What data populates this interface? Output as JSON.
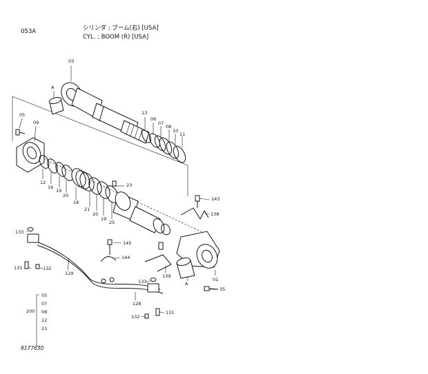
{
  "header": {
    "page_code": "053A",
    "title_jp": "シリンダ ; ブーム(右) [USA]",
    "title_en": "CYL. ; BOOM (R) [USA]"
  },
  "footer": {
    "figure_no": "9177630"
  },
  "kit": {
    "number": "200",
    "items": [
      "05",
      "07",
      "08",
      "12",
      "21"
    ]
  },
  "callouts": {
    "c03": "03",
    "cA1": "A",
    "c05": "05",
    "c09": "09",
    "c13": "13",
    "c06": "06",
    "c07": "07",
    "c08": "08",
    "c10": "10",
    "c11": "11",
    "c12": "12",
    "c16": "16",
    "c19a": "19",
    "c20a": "20",
    "c18": "18",
    "c23": "23",
    "c21": "21",
    "c20b": "20",
    "c19b": "19",
    "c25": "25",
    "c143": "143",
    "c138": "138",
    "c133a": "133",
    "c145": "145",
    "c144": "144",
    "c131a": "131",
    "c132a": "132",
    "c129": "129",
    "c139": "139",
    "cA2": "A",
    "c01": "01",
    "c35": "35",
    "c133b": "133",
    "c128": "128",
    "c132b": "132",
    "c131b": "131"
  }
}
